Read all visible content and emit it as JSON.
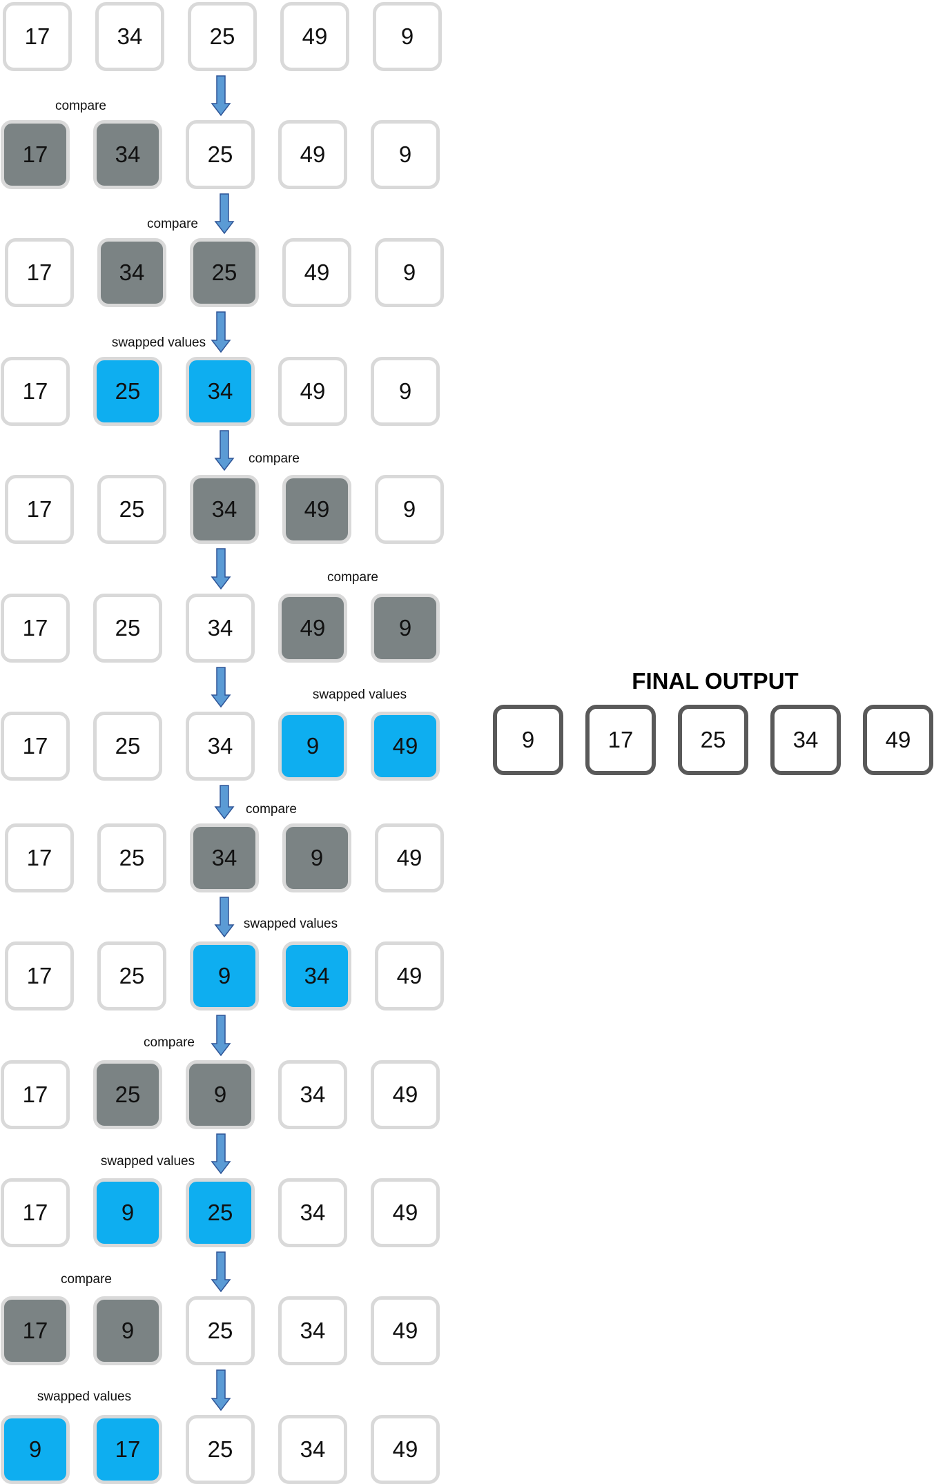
{
  "colors": {
    "compare": "#7b8384",
    "swapped": "#0eaef0",
    "normal_border": "#d9d9d9",
    "final_border": "#595959"
  },
  "legend_states": {
    "n": "normal",
    "c": "compare",
    "s": "swapped"
  },
  "rows": [
    {
      "values": [
        "17",
        "34",
        "25",
        "49",
        "9"
      ],
      "states": [
        "n",
        "n",
        "n",
        "n",
        "n"
      ],
      "label": ""
    },
    {
      "values": [
        "17",
        "34",
        "25",
        "49",
        "9"
      ],
      "states": [
        "c",
        "c",
        "n",
        "n",
        "n"
      ],
      "label": "compare"
    },
    {
      "values": [
        "17",
        "34",
        "25",
        "49",
        "9"
      ],
      "states": [
        "n",
        "c",
        "c",
        "n",
        "n"
      ],
      "label": "compare"
    },
    {
      "values": [
        "17",
        "25",
        "34",
        "49",
        "9"
      ],
      "states": [
        "n",
        "s",
        "s",
        "n",
        "n"
      ],
      "label": "swapped values"
    },
    {
      "values": [
        "17",
        "25",
        "34",
        "49",
        "9"
      ],
      "states": [
        "n",
        "n",
        "c",
        "c",
        "n"
      ],
      "label": "compare"
    },
    {
      "values": [
        "17",
        "25",
        "34",
        "49",
        "9"
      ],
      "states": [
        "n",
        "n",
        "n",
        "c",
        "c"
      ],
      "label": "compare"
    },
    {
      "values": [
        "17",
        "25",
        "34",
        "9",
        "49"
      ],
      "states": [
        "n",
        "n",
        "n",
        "s",
        "s"
      ],
      "label": "swapped values"
    },
    {
      "values": [
        "17",
        "25",
        "34",
        "9",
        "49"
      ],
      "states": [
        "n",
        "n",
        "c",
        "c",
        "n"
      ],
      "label": "compare"
    },
    {
      "values": [
        "17",
        "25",
        "9",
        "34",
        "49"
      ],
      "states": [
        "n",
        "n",
        "s",
        "s",
        "n"
      ],
      "label": "swapped values"
    },
    {
      "values": [
        "17",
        "25",
        "9",
        "34",
        "49"
      ],
      "states": [
        "n",
        "c",
        "c",
        "n",
        "n"
      ],
      "label": "compare"
    },
    {
      "values": [
        "17",
        "9",
        "25",
        "34",
        "49"
      ],
      "states": [
        "n",
        "s",
        "s",
        "n",
        "n"
      ],
      "label": "swapped values"
    },
    {
      "values": [
        "17",
        "9",
        "25",
        "34",
        "49"
      ],
      "states": [
        "c",
        "c",
        "n",
        "n",
        "n"
      ],
      "label": "compare"
    },
    {
      "values": [
        "9",
        "17",
        "25",
        "34",
        "49"
      ],
      "states": [
        "s",
        "s",
        "n",
        "n",
        "n"
      ],
      "label": "swapped values"
    }
  ],
  "final": {
    "title": "FINAL OUTPUT",
    "values": [
      "9",
      "17",
      "25",
      "34",
      "49"
    ]
  }
}
